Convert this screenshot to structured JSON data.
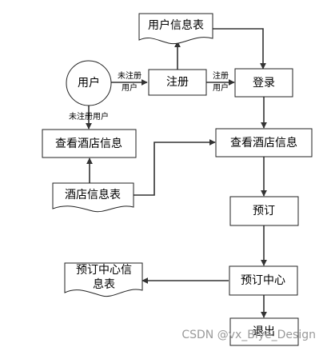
{
  "nodes": {
    "user_info_table": "用户信息表",
    "user": "用户",
    "register": "注册",
    "login": "登录",
    "view_hotel_left": "查看酒店信息",
    "view_hotel_right": "查看酒店信息",
    "hotel_info_table": "酒店信息表",
    "reserve": "预订",
    "reserve_center": "预订中心",
    "reserve_center_table_line1": "预订中心信",
    "reserve_center_table_line2": "息表",
    "logout": "退出"
  },
  "edge_labels": {
    "user_to_register_line1": "未注册",
    "user_to_register_line2": "用户",
    "register_to_login_line1": "注册",
    "register_to_login_line2": "用户",
    "user_to_view_hotel": "未注册用户"
  },
  "watermark": "CSDN @vx_Biye_Design"
}
